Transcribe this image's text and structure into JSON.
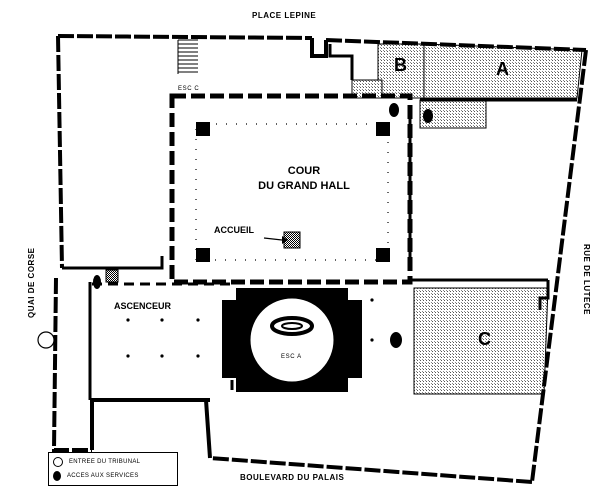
{
  "map": {
    "streets": {
      "top": "PLACE LEPINE",
      "bottom": "BOULEVARD DU PALAIS",
      "left": "QUAI DE CORSE",
      "right": "RUE DE LUTECE"
    },
    "zones": {
      "a": "A",
      "b": "B",
      "c": "C"
    },
    "courtyard": {
      "line1": "COUR",
      "line2": "DU GRAND HALL"
    },
    "labels": {
      "accueil": "ACCUEIL",
      "ascenseur": "ASCENCEUR",
      "stair_c": "ESC C",
      "stair_a": "ESC A"
    },
    "legend": {
      "entrance": {
        "label": "ENTREE DU TRIBUNAL",
        "symbol": "open-circle"
      },
      "service": {
        "label": "ACCES AUX SERVICES",
        "symbol": "filled-circle"
      }
    },
    "colors": {
      "line": "#000000",
      "hatch": "#c8c8c8",
      "background": "#ffffff"
    }
  }
}
